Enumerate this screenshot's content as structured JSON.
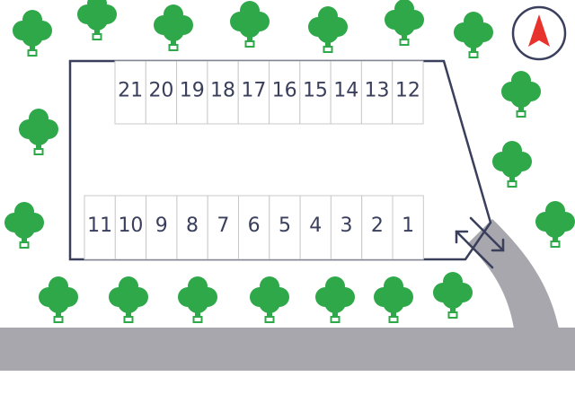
{
  "top_row_stalls": [
    "21",
    "20",
    "19",
    "18",
    "17",
    "16",
    "15",
    "14",
    "13",
    "12"
  ],
  "bottom_row_stalls": [
    "11",
    "10",
    "9",
    "8",
    "7",
    "6",
    "5",
    "4",
    "3",
    "2",
    "1"
  ],
  "compass": {
    "icon": "north-arrow-icon",
    "arrow_color": "#e8322c",
    "ring_color": "#3a3f5c"
  },
  "colors": {
    "tree_foliage": "#2fa84a",
    "tree_trunk": "#2fa84a",
    "road": "#a7a7ad",
    "lot_outline": "#3a3f5c",
    "stall_line": "#c8c8c8"
  },
  "icons": [
    "tree-icon",
    "north-arrow-icon",
    "two-way-arrow-icon"
  ]
}
